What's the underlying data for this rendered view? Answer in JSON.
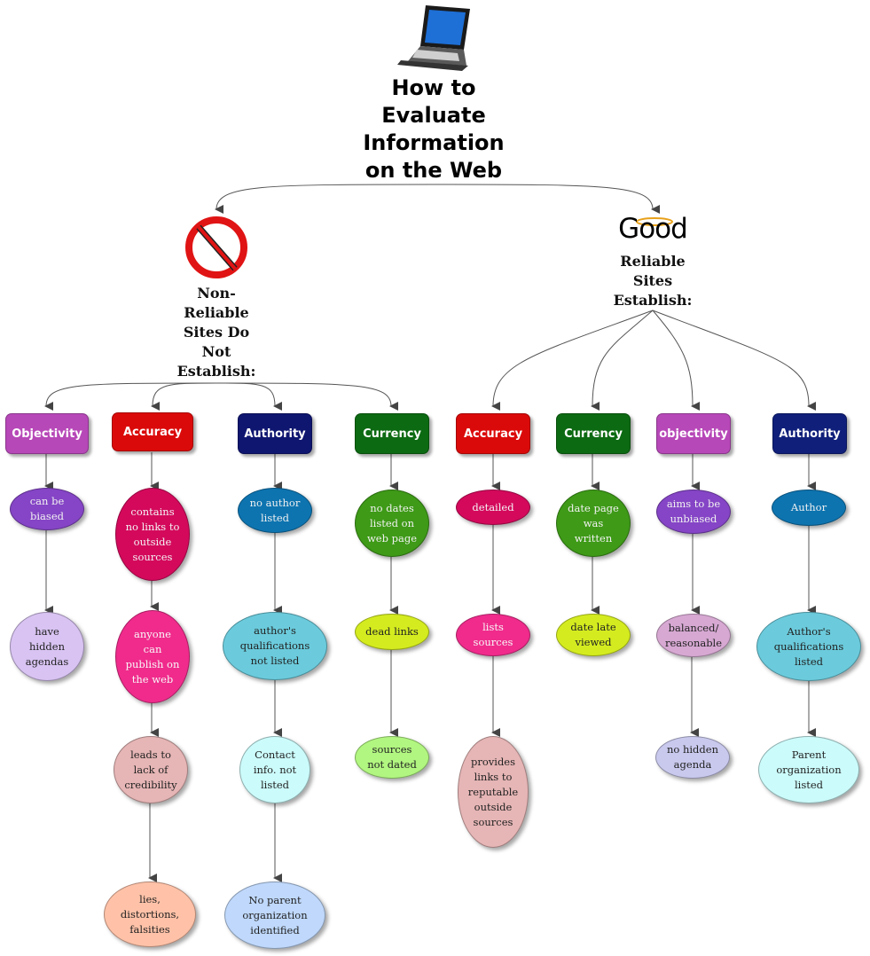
{
  "title": [
    "How to",
    "Evaluate",
    "Information",
    "on the Web"
  ],
  "left_branch": {
    "label": [
      "Non-",
      "Reliable",
      "Sites Do",
      "Not",
      "Establish:"
    ],
    "icon": "no-sign-icon",
    "columns": [
      {
        "category": "Objectivity",
        "color": "#b748b8",
        "items": [
          "can be biased",
          "have hidden agendas"
        ]
      },
      {
        "category": "Accuracy",
        "color": "#db0a0a",
        "items": [
          "contains no links to outside sources",
          "anyone can publish on the web",
          "leads to lack of credibility",
          "lies, distortions, falsities"
        ]
      },
      {
        "category": "Authority",
        "color": "#0f1670",
        "items": [
          "no author listed",
          "author's qualifications not listed",
          "Contact info. not listed",
          "No parent organization identified"
        ]
      },
      {
        "category": "Currency",
        "color": "#0c6a12",
        "items": [
          "no dates listed on web page",
          "dead links",
          "sources not dated"
        ]
      }
    ]
  },
  "right_branch": {
    "good_word": "Good",
    "halo_color": "#e8a11a",
    "label": [
      "Reliable",
      "Sites",
      "Establish:"
    ],
    "columns": [
      {
        "category": "Accuracy",
        "color": "#db0a0a",
        "items": [
          "detailed",
          "lists sources",
          "provides links to reputable outside sources"
        ]
      },
      {
        "category": "Currency",
        "color": "#0c6a12",
        "items": [
          "date page was written",
          "date late viewed"
        ]
      },
      {
        "category": "objectivity",
        "color": "#b748b8",
        "items": [
          "aims to be unbiased",
          "balanced/ reasonable",
          "no hidden agenda"
        ]
      },
      {
        "category": "Authority",
        "color": "#0f1f7a",
        "items": [
          "Author",
          "Author's qualifications listed",
          "Parent organization listed"
        ]
      }
    ]
  },
  "icons": {
    "laptop": "laptop-icon",
    "no_sign": "no-sign-icon",
    "halo": "halo-icon"
  }
}
